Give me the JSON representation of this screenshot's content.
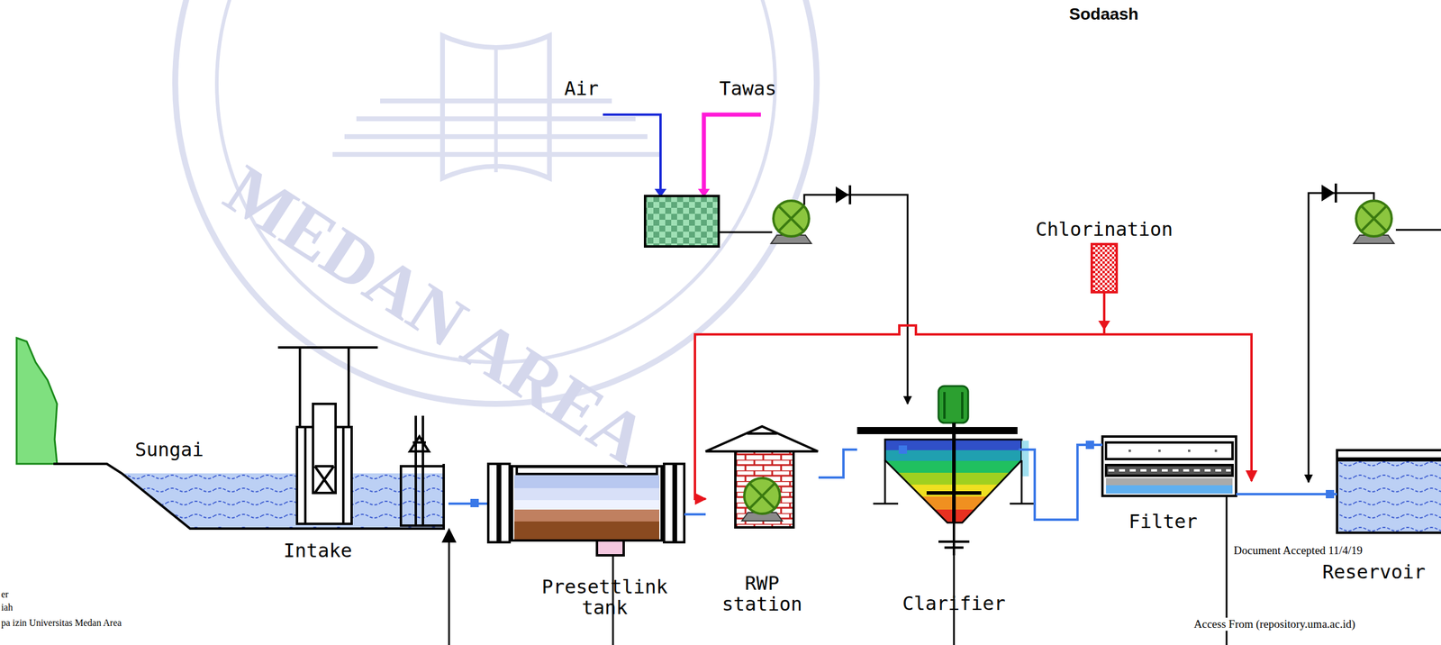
{
  "diagram": {
    "nodes": [
      {
        "text": [
          "Sungai"
        ]
      },
      {
        "text": [
          "Intake"
        ]
      },
      {
        "text": [
          "Presettlink tank"
        ]
      },
      {
        "text": [
          "RWP station"
        ]
      },
      {
        "text": [
          "Clarifier"
        ]
      },
      {
        "text": [
          "Filter"
        ]
      },
      {
        "text": [
          "Reservoir"
        ]
      },
      {
        "text": [
          "Chlorination"
        ]
      }
    ],
    "edges": [
      {
        "from": 1,
        "to": 2,
        "arrow": "none"
      },
      {
        "from": 2,
        "to": 3,
        "arrow": "none"
      },
      {
        "from": 3,
        "to": 4,
        "arrow": "none"
      },
      {
        "from": 4,
        "to": 5,
        "arrow": "none"
      },
      {
        "from": 5,
        "to": 6,
        "arrow": "none"
      },
      {
        "from": 7,
        "to": 3,
        "arrow": "to"
      },
      {
        "from": 7,
        "to": 6,
        "arrow": "to"
      }
    ],
    "labels": [
      "Sodaash",
      "Air",
      "Tawas",
      "MEDAN AREA",
      "Document Accepted 11/4/19",
      "Access From (repository.uma.ac.id)",
      "er",
      "iah",
      "pa izin Universitas Medan Area"
    ]
  }
}
